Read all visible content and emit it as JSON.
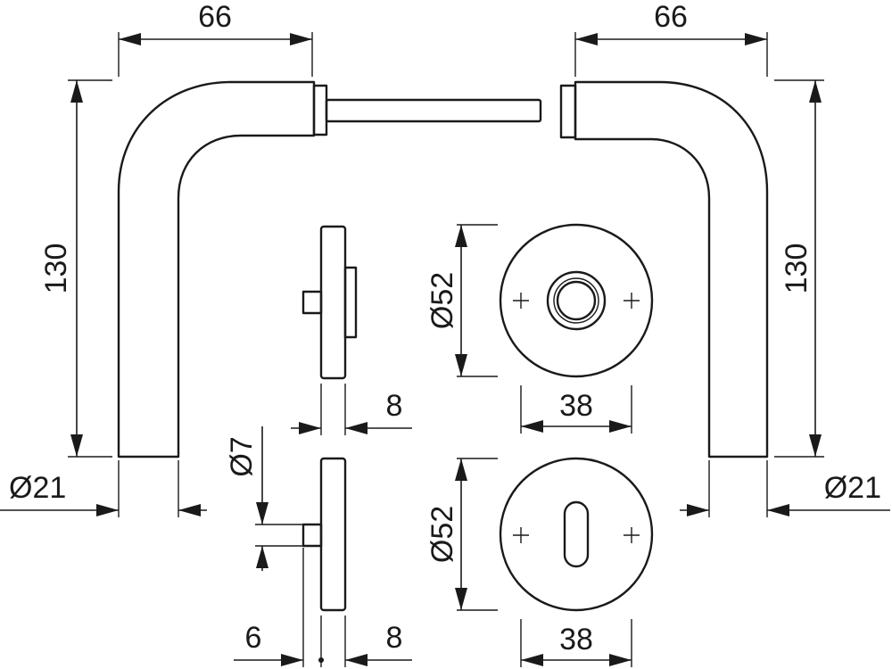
{
  "dimensions": {
    "left_lever_projection": "66",
    "right_lever_projection": "66",
    "left_lever_height": "130",
    "right_lever_height": "130",
    "left_lever_diameter": "Ø21",
    "right_lever_diameter": "Ø21",
    "rose_top_diameter": "Ø52",
    "rose_bottom_diameter": "Ø52",
    "rose_top_screw_spacing": "38",
    "rose_bottom_screw_spacing": "38",
    "rose_top_thickness": "8",
    "rose_bottom_thickness": "8",
    "keyhole_diameter": "Ø7",
    "keyhole_offset": "6"
  }
}
